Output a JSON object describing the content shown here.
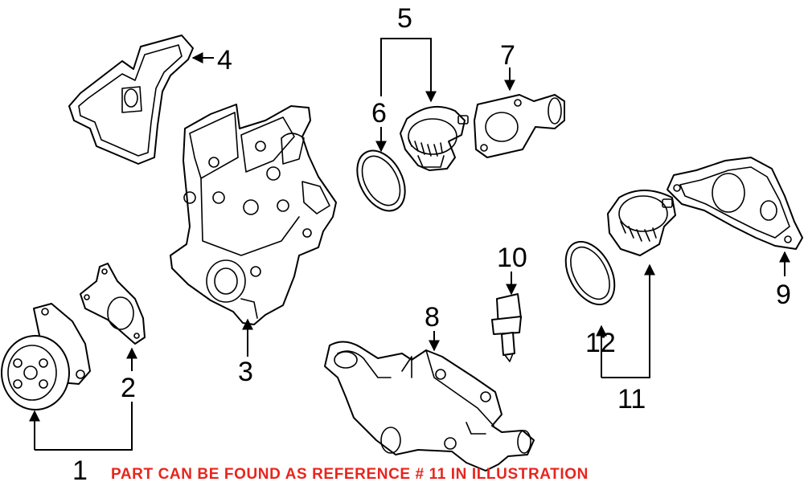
{
  "callouts": [
    "1",
    "2",
    "3",
    "4",
    "5",
    "6",
    "7",
    "8",
    "9",
    "10",
    "11",
    "12"
  ],
  "footnote": "PART CAN BE FOUND AS REFERENCE # 11 IN ILLUSTRATION",
  "colors": {
    "line": "#000000",
    "note": "#e8251d",
    "background": "#ffffff"
  }
}
